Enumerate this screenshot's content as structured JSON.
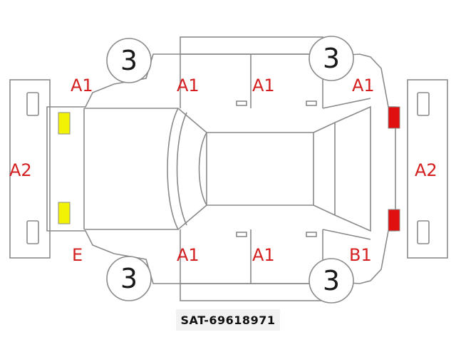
{
  "colors": {
    "code_text": "#d42020",
    "marker_yellow": "#f2f205",
    "marker_red": "#e01010",
    "outline": "#8a8a8a"
  },
  "wheels": {
    "front_left_top": "3",
    "rear_right_top": "3",
    "front_left_bottom": "3",
    "rear_right_bottom": "3"
  },
  "damage_codes": {
    "top_front_fender": "A1",
    "top_front_door": "A1",
    "top_rear_door": "A1",
    "top_rear_fender": "A1",
    "front_bumper": "A2",
    "rear_bumper": "A2",
    "bottom_front_fender": "E",
    "bottom_front_door": "A1",
    "bottom_rear_door": "A1",
    "bottom_rear_fender": "B1"
  },
  "reference_id": "SAT-69618971"
}
